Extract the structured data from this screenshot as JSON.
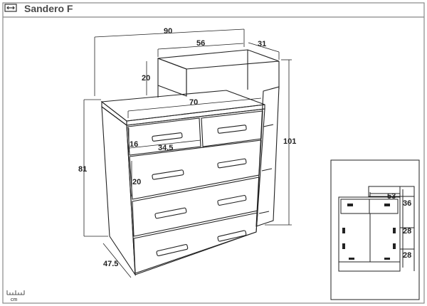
{
  "title": "Sandero F",
  "scale_label": "cm",
  "main_view": {
    "dimensions": {
      "total_width": "90",
      "top_shelf_width": "56",
      "top_shelf_depth": "31",
      "top_shelf_height": "20",
      "top_width": "70",
      "drawer_width": "34.5",
      "small_drawer_height": "16",
      "large_drawer_height": "20",
      "body_height": "81",
      "total_height": "101",
      "depth": "47.5"
    }
  },
  "detail_view": {
    "dimensions": {
      "inner_width": "53",
      "top_height": "36",
      "middle_height": "28",
      "bottom_height": "28"
    }
  },
  "colors": {
    "line": "#222222",
    "frame": "#888888",
    "title": "#4a4a4a"
  }
}
